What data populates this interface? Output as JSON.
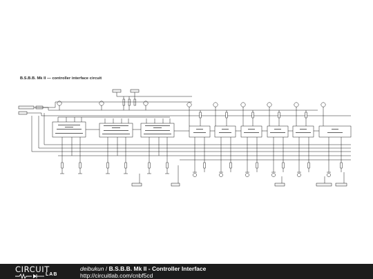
{
  "schematic": {
    "title": "B.S.B.B. Mk II — controller interface circuit"
  },
  "footer": {
    "logo_top": "CIRCUIT",
    "logo_bottom": "LAB",
    "author": "deibukun",
    "separator": " / ",
    "project": "B.S.B.B. Mk II - Controller Interface",
    "url": "http://circuitlab.com/cnbf5cd"
  },
  "colors": {
    "footer_bg": "#1c1c1c",
    "wire": "#000000",
    "label_fill": "#f2f2f2"
  }
}
